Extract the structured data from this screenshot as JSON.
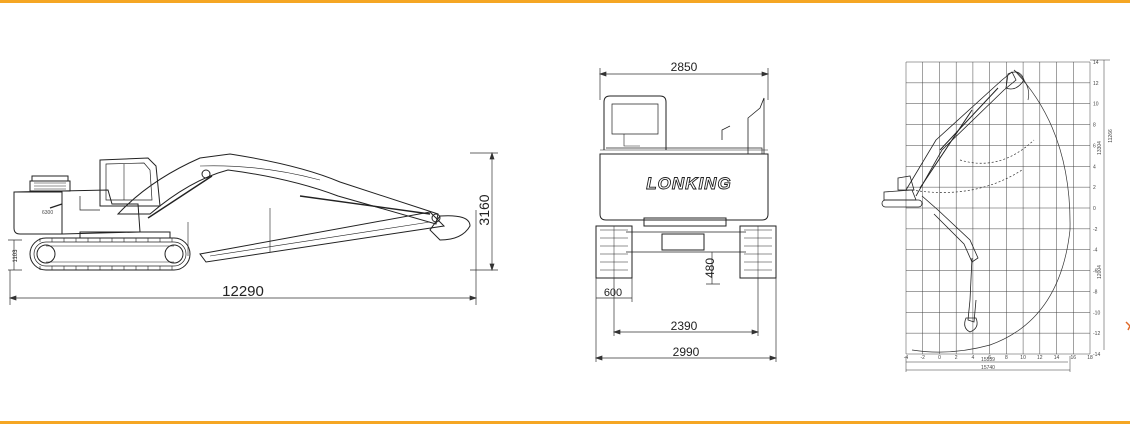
{
  "colors": {
    "frame": "#f5a623",
    "line": "#222222",
    "accent_mark": "#e06a2a"
  },
  "side_view": {
    "overall_length": "12290",
    "overall_height": "3160",
    "ground_clearance": "1103",
    "model_badge": "6300"
  },
  "rear_view": {
    "brand": "LONKING",
    "cab_width": "2850",
    "shoe_width": "600",
    "track_clearance": "480",
    "track_gauge": "2390",
    "overall_width": "2990"
  },
  "range_chart": {
    "max_reach_ground": "15539",
    "max_reach": "15740",
    "max_cutting_height": "13304",
    "max_dump_height": "11266",
    "max_digging_depth": "12004",
    "y_ticks": [
      "14",
      "12",
      "10",
      "8",
      "6",
      "4",
      "2",
      "0",
      "-2",
      "-4",
      "-6",
      "-8",
      "-10",
      "-12",
      "-14"
    ],
    "x_ticks": [
      "-4",
      "-2",
      "0",
      "2",
      "4",
      "6",
      "8",
      "10",
      "12",
      "14",
      "16",
      "18"
    ]
  }
}
